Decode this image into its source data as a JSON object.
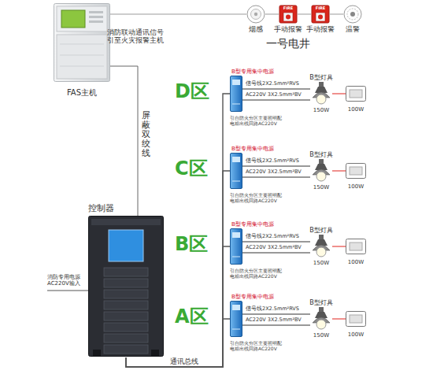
{
  "diagram": {
    "nodes": [
      {
        "text": [
          "FAS主机"
        ]
      },
      {
        "text": [
          "烟感"
        ]
      },
      {
        "text": [
          "FIRE",
          "手动报警"
        ]
      },
      {
        "text": [
          "FIRE",
          "手动报警"
        ]
      },
      {
        "text": [
          "温警"
        ]
      },
      {
        "text": [
          "控制器"
        ]
      },
      {
        "text": [
          "B型专用集中电源"
        ]
      },
      {
        "text": [
          "B型灯具",
          "150W"
        ]
      },
      {
        "text": [
          "100W"
        ]
      },
      {
        "text": [
          "B型专用集中电源"
        ]
      },
      {
        "text": [
          "B型灯具",
          "150W"
        ]
      },
      {
        "text": [
          "100W"
        ]
      },
      {
        "text": [
          "B型专用集中电源"
        ]
      },
      {
        "text": [
          "B型灯具",
          "150W"
        ]
      },
      {
        "text": [
          "100W"
        ]
      },
      {
        "text": [
          "B型专用集中电源"
        ]
      },
      {
        "text": [
          "B型灯具",
          "150W"
        ]
      },
      {
        "text": [
          "100W"
        ]
      }
    ],
    "edges": [
      {
        "from": 0,
        "to": 1,
        "arrow": "none"
      },
      {
        "from": 1,
        "to": 2,
        "arrow": "none"
      },
      {
        "from": 2,
        "to": 3,
        "arrow": "none"
      },
      {
        "from": 3,
        "to": 4,
        "arrow": "none"
      },
      {
        "from": 0,
        "to": 5,
        "label": "屏蔽双绞线",
        "arrow": "none"
      },
      {
        "from": 5,
        "to": 6,
        "arrow": "none"
      },
      {
        "from": 5,
        "to": 9,
        "arrow": "none"
      },
      {
        "from": 5,
        "to": 12,
        "arrow": "none"
      },
      {
        "from": 5,
        "to": 15,
        "label": "通讯总线",
        "arrow": "none"
      },
      {
        "from": 6,
        "to": 7,
        "label": "信号线2X2.5mm²RVS",
        "arrow": "none"
      },
      {
        "from": 6,
        "to": 7,
        "label": "AC220V 3X2.5mm²BV",
        "arrow": "none"
      },
      {
        "from": 7,
        "to": 8,
        "arrow": "none"
      },
      {
        "from": 9,
        "to": 10,
        "label": "信号线2X2.5mm²RVS",
        "arrow": "none"
      },
      {
        "from": 9,
        "to": 10,
        "label": "AC220V 3X2.5mm²BV",
        "arrow": "none"
      },
      {
        "from": 10,
        "to": 11,
        "arrow": "none"
      },
      {
        "from": 12,
        "to": 13,
        "label": "信号线2X2.5mm²RVS",
        "arrow": "none"
      },
      {
        "from": 12,
        "to": 13,
        "label": "AC220V 3X2.5mm²BV",
        "arrow": "none"
      },
      {
        "from": 13,
        "to": 14,
        "arrow": "none"
      },
      {
        "from": 15,
        "to": 16,
        "label": "信号线2X2.5mm²RVS",
        "arrow": "none"
      },
      {
        "from": 15,
        "to": 16,
        "label": "AC220V 3X2.5mm²BV",
        "arrow": "none"
      },
      {
        "from": 16,
        "to": 17,
        "arrow": "none"
      }
    ],
    "labels": [
      "消防联动通讯信号 引至火灾报警主机",
      "一号电井",
      "消防专用电源 AC220V输入",
      "D区",
      "引自防火分区主要照明配电箱出线回路AC220V",
      "C区",
      "引自防火分区主要照明配电箱出线回路AC220V",
      "B区",
      "引自防火分区主要照明配电箱出线回路AC220V",
      "A区",
      "引自防火分区主要照明配电箱出线回路AC220V"
    ]
  }
}
